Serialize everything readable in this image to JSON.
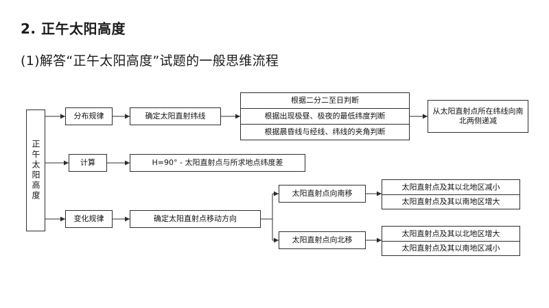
{
  "heading": "2. 正午太阳高度",
  "subheading": "(1)解答“正午太阳高度”试题的一般思维流程",
  "diagram": {
    "root_label": "正午太阳高度",
    "branches": [
      {
        "label": "分布规律"
      },
      {
        "label": "计算"
      },
      {
        "label": "变化规律"
      }
    ],
    "step2": [
      {
        "label": "确定太阳直射纬线"
      },
      {
        "label": "H=90° - 太阳直射点与所求地点纬度差"
      },
      {
        "label": "确定太阳直射点移动方向"
      }
    ],
    "judgement_group": [
      "根据二分二至日判断",
      "根据出现极昼、极夜的最低纬度判断",
      "根据晨昏线与经线、纬线的夹角判断"
    ],
    "judgement_result": "从太阳直射点所在纬线向南北两侧递减",
    "movement": [
      {
        "label": "太阳直射点向南移",
        "results": [
          "太阳直射点及其以北地区减小",
          "太阳直射点及其以南地区增大"
        ]
      },
      {
        "label": "太阳直射点向北移",
        "results": [
          "太阳直射点及其以北地区增大",
          "太阳直射点及其以南地区减小"
        ]
      }
    ]
  }
}
